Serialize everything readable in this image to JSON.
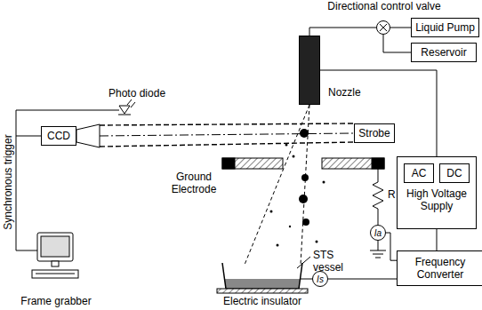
{
  "diagram": {
    "nodes": [
      {
        "text": [
          "Directional control valve"
        ]
      },
      {
        "text": [
          "Liquid Pump"
        ]
      },
      {
        "text": [
          "Reservoir"
        ]
      },
      {
        "text": [
          "Nozzle"
        ]
      },
      {
        "text": [
          "CCD"
        ]
      },
      {
        "text": [
          "Strobe"
        ]
      },
      {
        "text": [
          "High Voltage Supply"
        ]
      },
      {
        "text": [
          "AC"
        ],
        "in": 6
      },
      {
        "text": [
          "DC"
        ],
        "in": 6
      },
      {
        "text": [
          "Frequency Converter"
        ]
      },
      {
        "text": [
          "Ia"
        ]
      },
      {
        "text": [
          "Is"
        ]
      }
    ],
    "edges": [
      {
        "from": 0,
        "to": 1,
        "arrow": "none"
      },
      {
        "from": 0,
        "to": 2,
        "arrow": "none"
      },
      {
        "from": 0,
        "to": 3,
        "arrow": "none"
      },
      {
        "from": 3,
        "to": 6,
        "arrow": "none"
      },
      {
        "from": 6,
        "to": 9,
        "arrow": "none"
      },
      {
        "from": 10,
        "to": 9,
        "arrow": "none"
      },
      {
        "from": 11,
        "to": 9,
        "arrow": "none"
      }
    ],
    "labels": [
      "Photo diode",
      "Ground Electrode",
      "R",
      "STS vessel",
      "Electric insulator",
      "Frame grabber",
      "Synchronous trigger"
    ]
  }
}
